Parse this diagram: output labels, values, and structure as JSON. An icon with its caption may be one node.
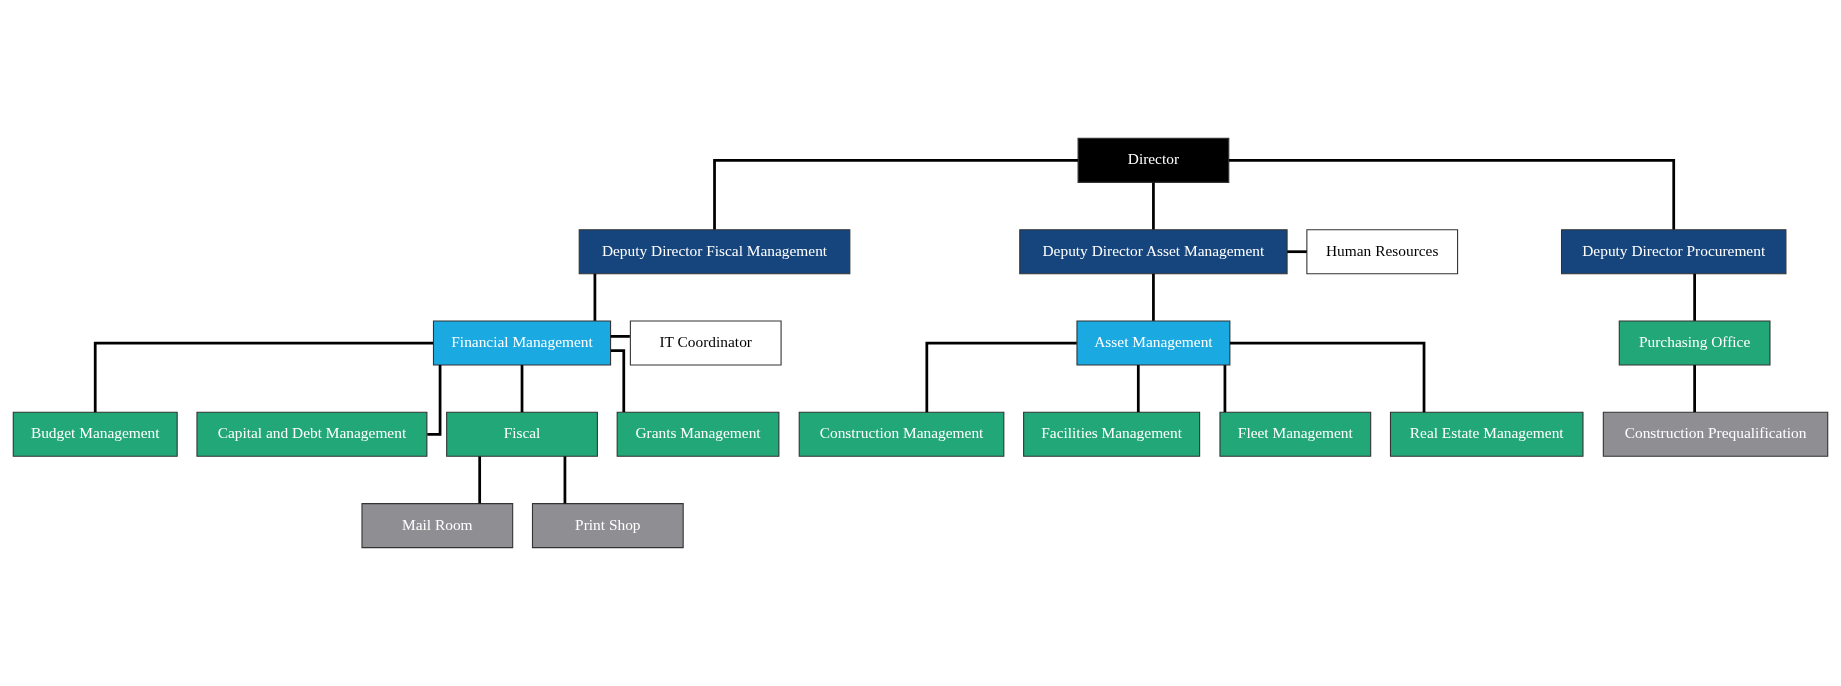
{
  "diagram": {
    "nodes": [
      {
        "text": [
          "Director"
        ]
      },
      {
        "text": [
          "Deputy Director Fiscal Management"
        ]
      },
      {
        "text": [
          "Deputy Director Asset Management"
        ]
      },
      {
        "text": [
          "Human Resources"
        ]
      },
      {
        "text": [
          "Deputy Director Procurement"
        ]
      },
      {
        "text": [
          "Financial Management"
        ]
      },
      {
        "text": [
          "IT Coordinator"
        ]
      },
      {
        "text": [
          "Asset Management"
        ]
      },
      {
        "text": [
          "Budget Management"
        ]
      },
      {
        "text": [
          "Capital and Debt Management"
        ]
      },
      {
        "text": [
          "Fiscal"
        ]
      },
      {
        "text": [
          "Grants Management"
        ]
      },
      {
        "text": [
          "Construction Management"
        ]
      },
      {
        "text": [
          "Facilities Management"
        ]
      },
      {
        "text": [
          "Fleet Management"
        ]
      },
      {
        "text": [
          "Real Estate Management"
        ]
      },
      {
        "text": [
          "Purchasing Office"
        ]
      },
      {
        "text": [
          "Mail Room"
        ]
      },
      {
        "text": [
          "Print Shop"
        ]
      },
      {
        "text": [
          "Construction Prequalification"
        ]
      }
    ],
    "edges": [
      {
        "from": 0,
        "to": 1,
        "arrow": "none"
      },
      {
        "from": 0,
        "to": 2,
        "arrow": "none"
      },
      {
        "from": 0,
        "to": 4,
        "arrow": "none"
      },
      {
        "from": 2,
        "to": 3,
        "arrow": "none"
      },
      {
        "from": 1,
        "to": 5,
        "arrow": "none"
      },
      {
        "from": 5,
        "to": 6,
        "arrow": "none"
      },
      {
        "from": 2,
        "to": 7,
        "arrow": "none"
      },
      {
        "from": 4,
        "to": 16,
        "arrow": "none"
      },
      {
        "from": 5,
        "to": 8,
        "arrow": "none"
      },
      {
        "from": 5,
        "to": 9,
        "arrow": "none"
      },
      {
        "from": 5,
        "to": 10,
        "arrow": "none"
      },
      {
        "from": 5,
        "to": 11,
        "arrow": "none"
      },
      {
        "from": 7,
        "to": 12,
        "arrow": "none"
      },
      {
        "from": 7,
        "to": 13,
        "arrow": "none"
      },
      {
        "from": 7,
        "to": 14,
        "arrow": "none"
      },
      {
        "from": 7,
        "to": 15,
        "arrow": "none"
      },
      {
        "from": 10,
        "to": 17,
        "arrow": "none"
      },
      {
        "from": 10,
        "to": 18,
        "arrow": "none"
      },
      {
        "from": 16,
        "to": 19,
        "arrow": "none"
      }
    ]
  }
}
